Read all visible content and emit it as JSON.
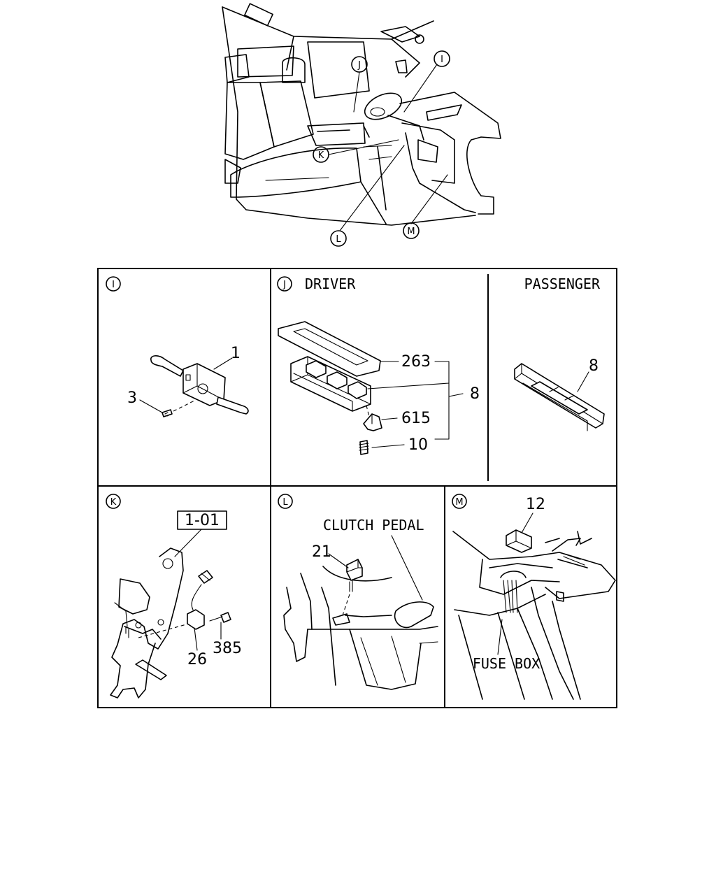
{
  "overview": {
    "callouts": [
      "J",
      "I",
      "K",
      "L",
      "M"
    ]
  },
  "panels": {
    "I": {
      "letter": "I",
      "parts": [
        "1",
        "3"
      ]
    },
    "J": {
      "letter": "J",
      "driver_label": "DRIVER",
      "passenger_label": "PASSENGER",
      "driver_parts": [
        "263",
        "8",
        "615",
        "10"
      ],
      "passenger_parts": [
        "8"
      ]
    },
    "K": {
      "letter": "K",
      "ref_box": "1-01",
      "parts": [
        "26",
        "385"
      ]
    },
    "L": {
      "letter": "L",
      "label": "CLUTCH PEDAL",
      "parts": [
        "21"
      ]
    },
    "M": {
      "letter": "M",
      "label": "FUSE BOX",
      "parts": [
        "12"
      ]
    }
  }
}
